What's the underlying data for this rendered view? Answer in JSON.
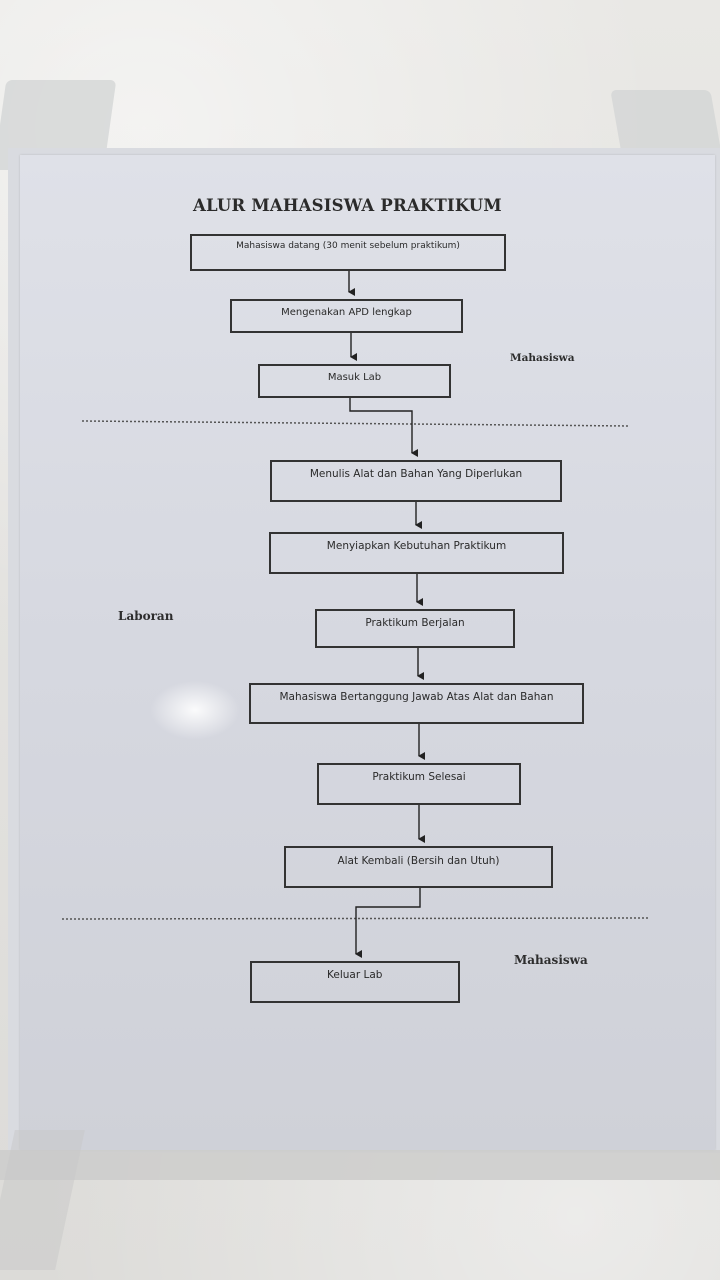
{
  "document": {
    "title": "ALUR MAHASISWA PRAKTIKUM",
    "lanes": {
      "top": "Mahasiswa",
      "middle": "Laboran",
      "bottom": "Mahasiswa"
    },
    "steps": [
      {
        "id": "s1",
        "label": "Mahasiswa datang (30 menit sebelum praktikum)"
      },
      {
        "id": "s2",
        "label": "Mengenakan APD lengkap"
      },
      {
        "id": "s3",
        "label": "Masuk Lab"
      },
      {
        "id": "s4",
        "label": "Menulis Alat dan Bahan Yang Diperlukan"
      },
      {
        "id": "s5",
        "label": "Menyiapkan Kebutuhan Praktikum"
      },
      {
        "id": "s6",
        "label": "Praktikum Berjalan"
      },
      {
        "id": "s7",
        "label": "Mahasiswa Bertanggung Jawab Atas Alat dan Bahan"
      },
      {
        "id": "s8",
        "label": "Praktikum Selesai"
      },
      {
        "id": "s9",
        "label": "Alat Kembali (Bersih dan Utuh)"
      },
      {
        "id": "s10",
        "label": "Keluar Lab"
      }
    ]
  }
}
